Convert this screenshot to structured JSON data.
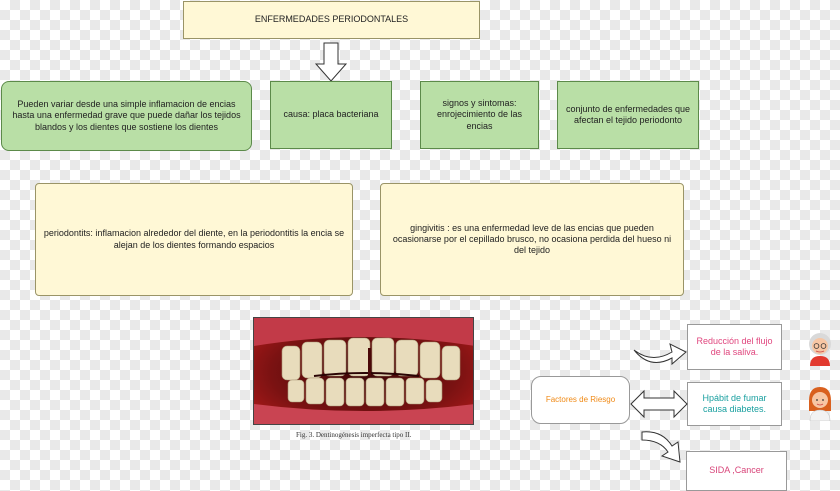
{
  "title": "ENFERMEDADES PERIODONTALES",
  "row1": {
    "variar": "Pueden variar desde una simple inflamacion de encias hasta una enfermedad grave que puede dañar los tejidos blandos y los dientes que sostiene los dientes",
    "causa": "causa: placa bacteriana",
    "signos": "signos y sintomas: enrojecimiento de las encias",
    "conjunto": "conjunto de enfermedades que afectan el tejido periodonto"
  },
  "row2": {
    "periodontitis": "periodontits: inflamacion alrededor del diente, en la periodontitis la encia se alejan de los dientes formando espacios",
    "gingivitis": "gingivitis : es una enfermedad leve de las encias que pueden ocasionarse por el cepillado brusco, no ocasiona perdida del hueso ni del tejido"
  },
  "figure": {
    "caption": "Fig. 3. Dentinogénesis imperfecta tipo II."
  },
  "risk": {
    "label": "Factores de Riesgo",
    "saliva": "Reducción del flujo de la saliva.",
    "fumar": "Hpábit de fumar causa diabetes.",
    "sida": "SIDA ,Cancer"
  },
  "colors": {
    "risk_label": "#f08a16",
    "saliva": "#e0467e",
    "fumar": "#1aa0a0",
    "sida": "#d8457a"
  },
  "icons": [
    "down-arrow-icon",
    "curved-arrow-icon",
    "double-arrow-icon",
    "grandma-avatar-icon",
    "woman-avatar-icon"
  ]
}
